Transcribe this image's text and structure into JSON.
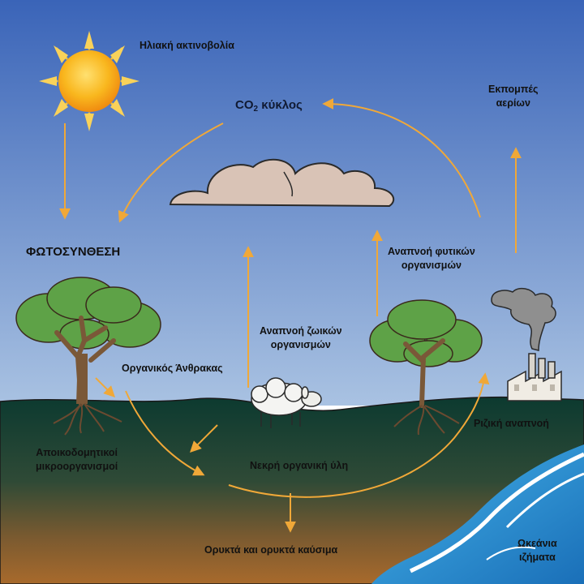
{
  "diagram": {
    "title": {
      "prefix": "CO",
      "subscript": "2",
      "suffix": " κύκλος"
    },
    "labels": {
      "solar_radiation": "Ηλιακή ακτινοβολία",
      "photosynthesis": "ΦΩΤΟΣΥΝΘΕΣΗ",
      "emissions_line1": "Εκπομπές",
      "emissions_line2": "αερίων",
      "plant_resp_line1": "Αναπνοή φυτικών",
      "plant_resp_line2": "οργανισμών",
      "animal_resp_line1": "Αναπνοή ζωικών",
      "animal_resp_line2": "οργανισμών",
      "organic_carbon": "Οργανικός Άνθρακας",
      "decomposers_line1": "Αποικοδομητικοί",
      "decomposers_line2": "μικροοργανισμοί",
      "root_resp": "Ριζική αναπνοή",
      "dead_matter": "Νεκρή οργανική ύλη",
      "fossils": "Ορυκτά και ορυκτά καύσιμα",
      "ocean_line1": "Ωκεάνια",
      "ocean_line2": "ιζήματα"
    },
    "colors": {
      "sky_top": "#3a64b8",
      "sky_bottom": "#a9c2e2",
      "ground_top": "#0c3a30",
      "ground_bottom": "#a86a2c",
      "arrow": "#f0a838",
      "sun": "#f7b21c",
      "tree_leaves": "#5ea247",
      "trunk": "#7a5838",
      "ocean": "#2f97d6",
      "cloud": "#d9c3b6"
    },
    "icons": [
      "sun-icon",
      "cloud-icon",
      "tree-icon",
      "sheep-icon",
      "factory-icon",
      "smoke-icon",
      "ocean-icon"
    ]
  }
}
